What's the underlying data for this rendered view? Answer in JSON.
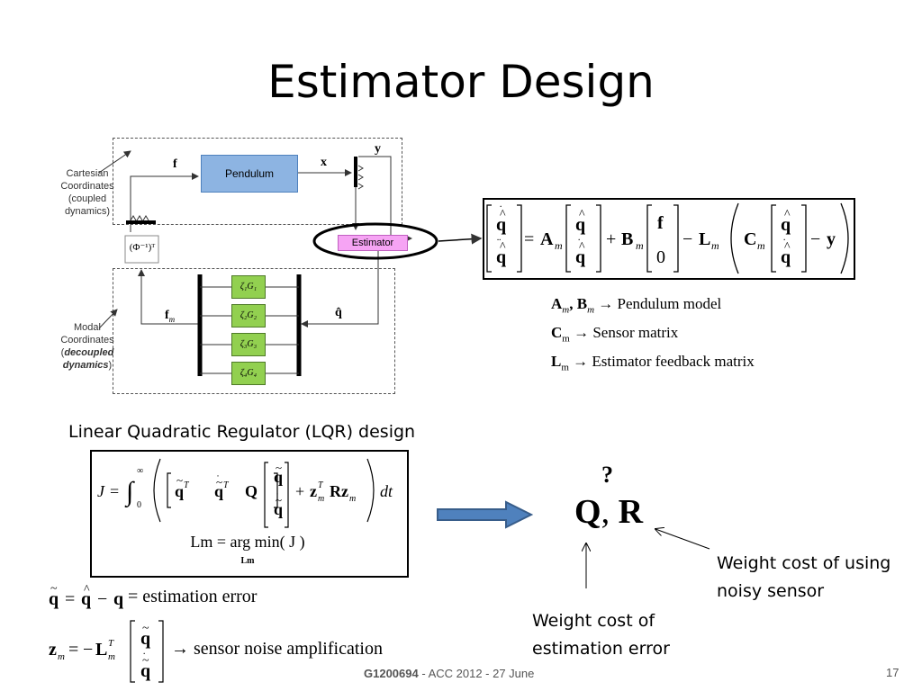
{
  "slide": {
    "title": "Estimator Design",
    "page_number": "17",
    "footer_doc": "G1200694",
    "footer_rest": " - ACC 2012 - 27 June"
  },
  "diagram": {
    "cartesian_label": [
      "Cartesian",
      "Coordinates",
      "(coupled",
      "dynamics)"
    ],
    "modal_label_l1": "Modal",
    "modal_label_l2": "Coordinates",
    "modal_label_l3a": "(",
    "modal_label_l3b": "decoupled",
    "modal_label_l4": "dynamics",
    "modal_label_l4b": ")",
    "pendulum": "Pendulum",
    "estimator": "Estimator",
    "sig_f": "f",
    "sig_x": "x",
    "sig_y": "y",
    "sig_fm": "f",
    "sig_fm_sub": "m",
    "sig_qdot": "q̂",
    "phi": "(Φ⁻¹)ᵀ",
    "modes": [
      "ζ₁G₁",
      "ζ₂G₂",
      "ζ₃G₃",
      "ζ₄G₄"
    ],
    "colors": {
      "pendulum": "#8db4e2",
      "estimator": "#f6a4f4",
      "mode": "#92d050"
    }
  },
  "legend": {
    "a_b": "A",
    "a_b_rest": ", B",
    "a_b_text": " → Pendulum model",
    "c": "C",
    "c_text": " → Sensor matrix",
    "l": "L",
    "l_text": " → Estimator feedback matrix",
    "sub_m": "m"
  },
  "lqr": {
    "heading": "Linear Quadratic Regulator (LQR) design",
    "lm_line": "Lm = arg min( J )",
    "lm_sub": "Lm"
  },
  "qr": {
    "question": "?",
    "q": "Q",
    "comma": ",",
    "r": "R",
    "weight_sensor": [
      "Weight cost of using",
      "noisy sensor"
    ],
    "weight_estimation": [
      "Weight cost of",
      "estimation error"
    ]
  },
  "definitions": {
    "estimation_error": "= estimation error",
    "sensor_noise": "→ sensor noise amplification"
  }
}
